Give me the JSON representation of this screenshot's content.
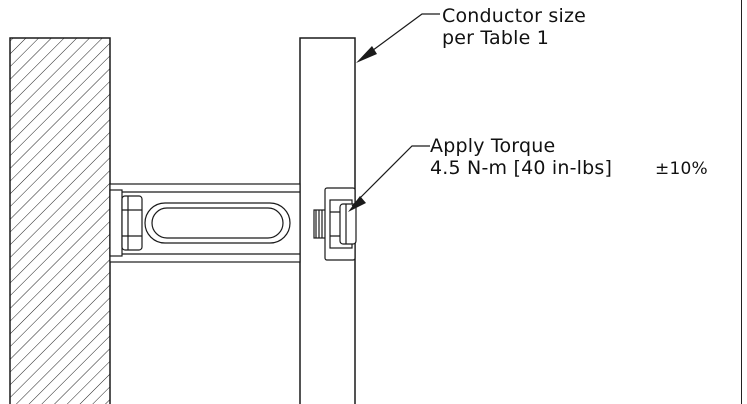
{
  "callouts": {
    "conductor": {
      "line1": "Conductor size",
      "line2": "per Table 1"
    },
    "torque": {
      "line1": "Apply Torque",
      "line2": "4.5 N-m [40 in-lbs]",
      "tolerance": "±10%"
    }
  },
  "colors": {
    "stroke": "#1a1a1a",
    "hatch": "#222222",
    "background": "#ffffff"
  }
}
